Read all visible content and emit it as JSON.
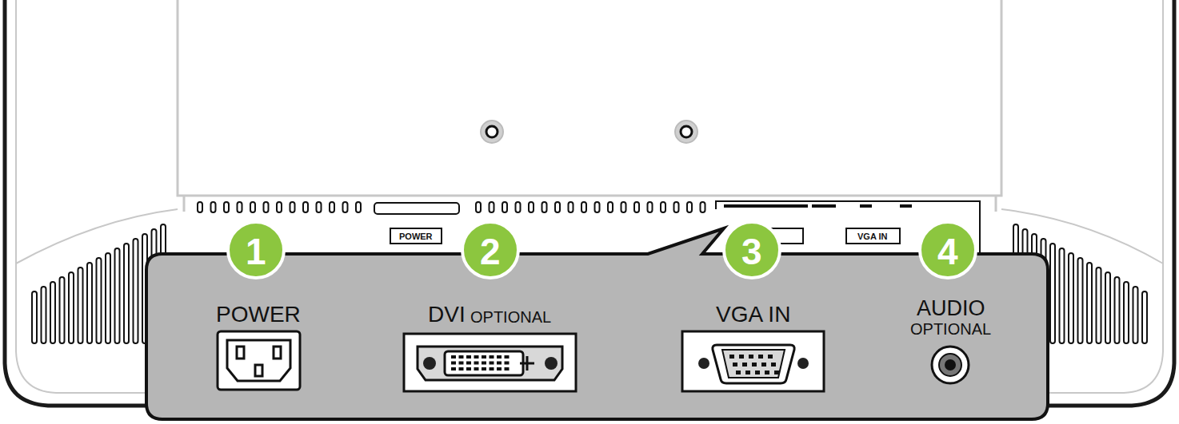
{
  "diagram": {
    "labels": [
      "POWER",
      "VGA IN",
      "1",
      "2",
      "3",
      "4",
      "POWER",
      "DVI",
      "OPTIONAL",
      "VGA IN",
      "AUDIO",
      "OPTIONAL"
    ]
  }
}
